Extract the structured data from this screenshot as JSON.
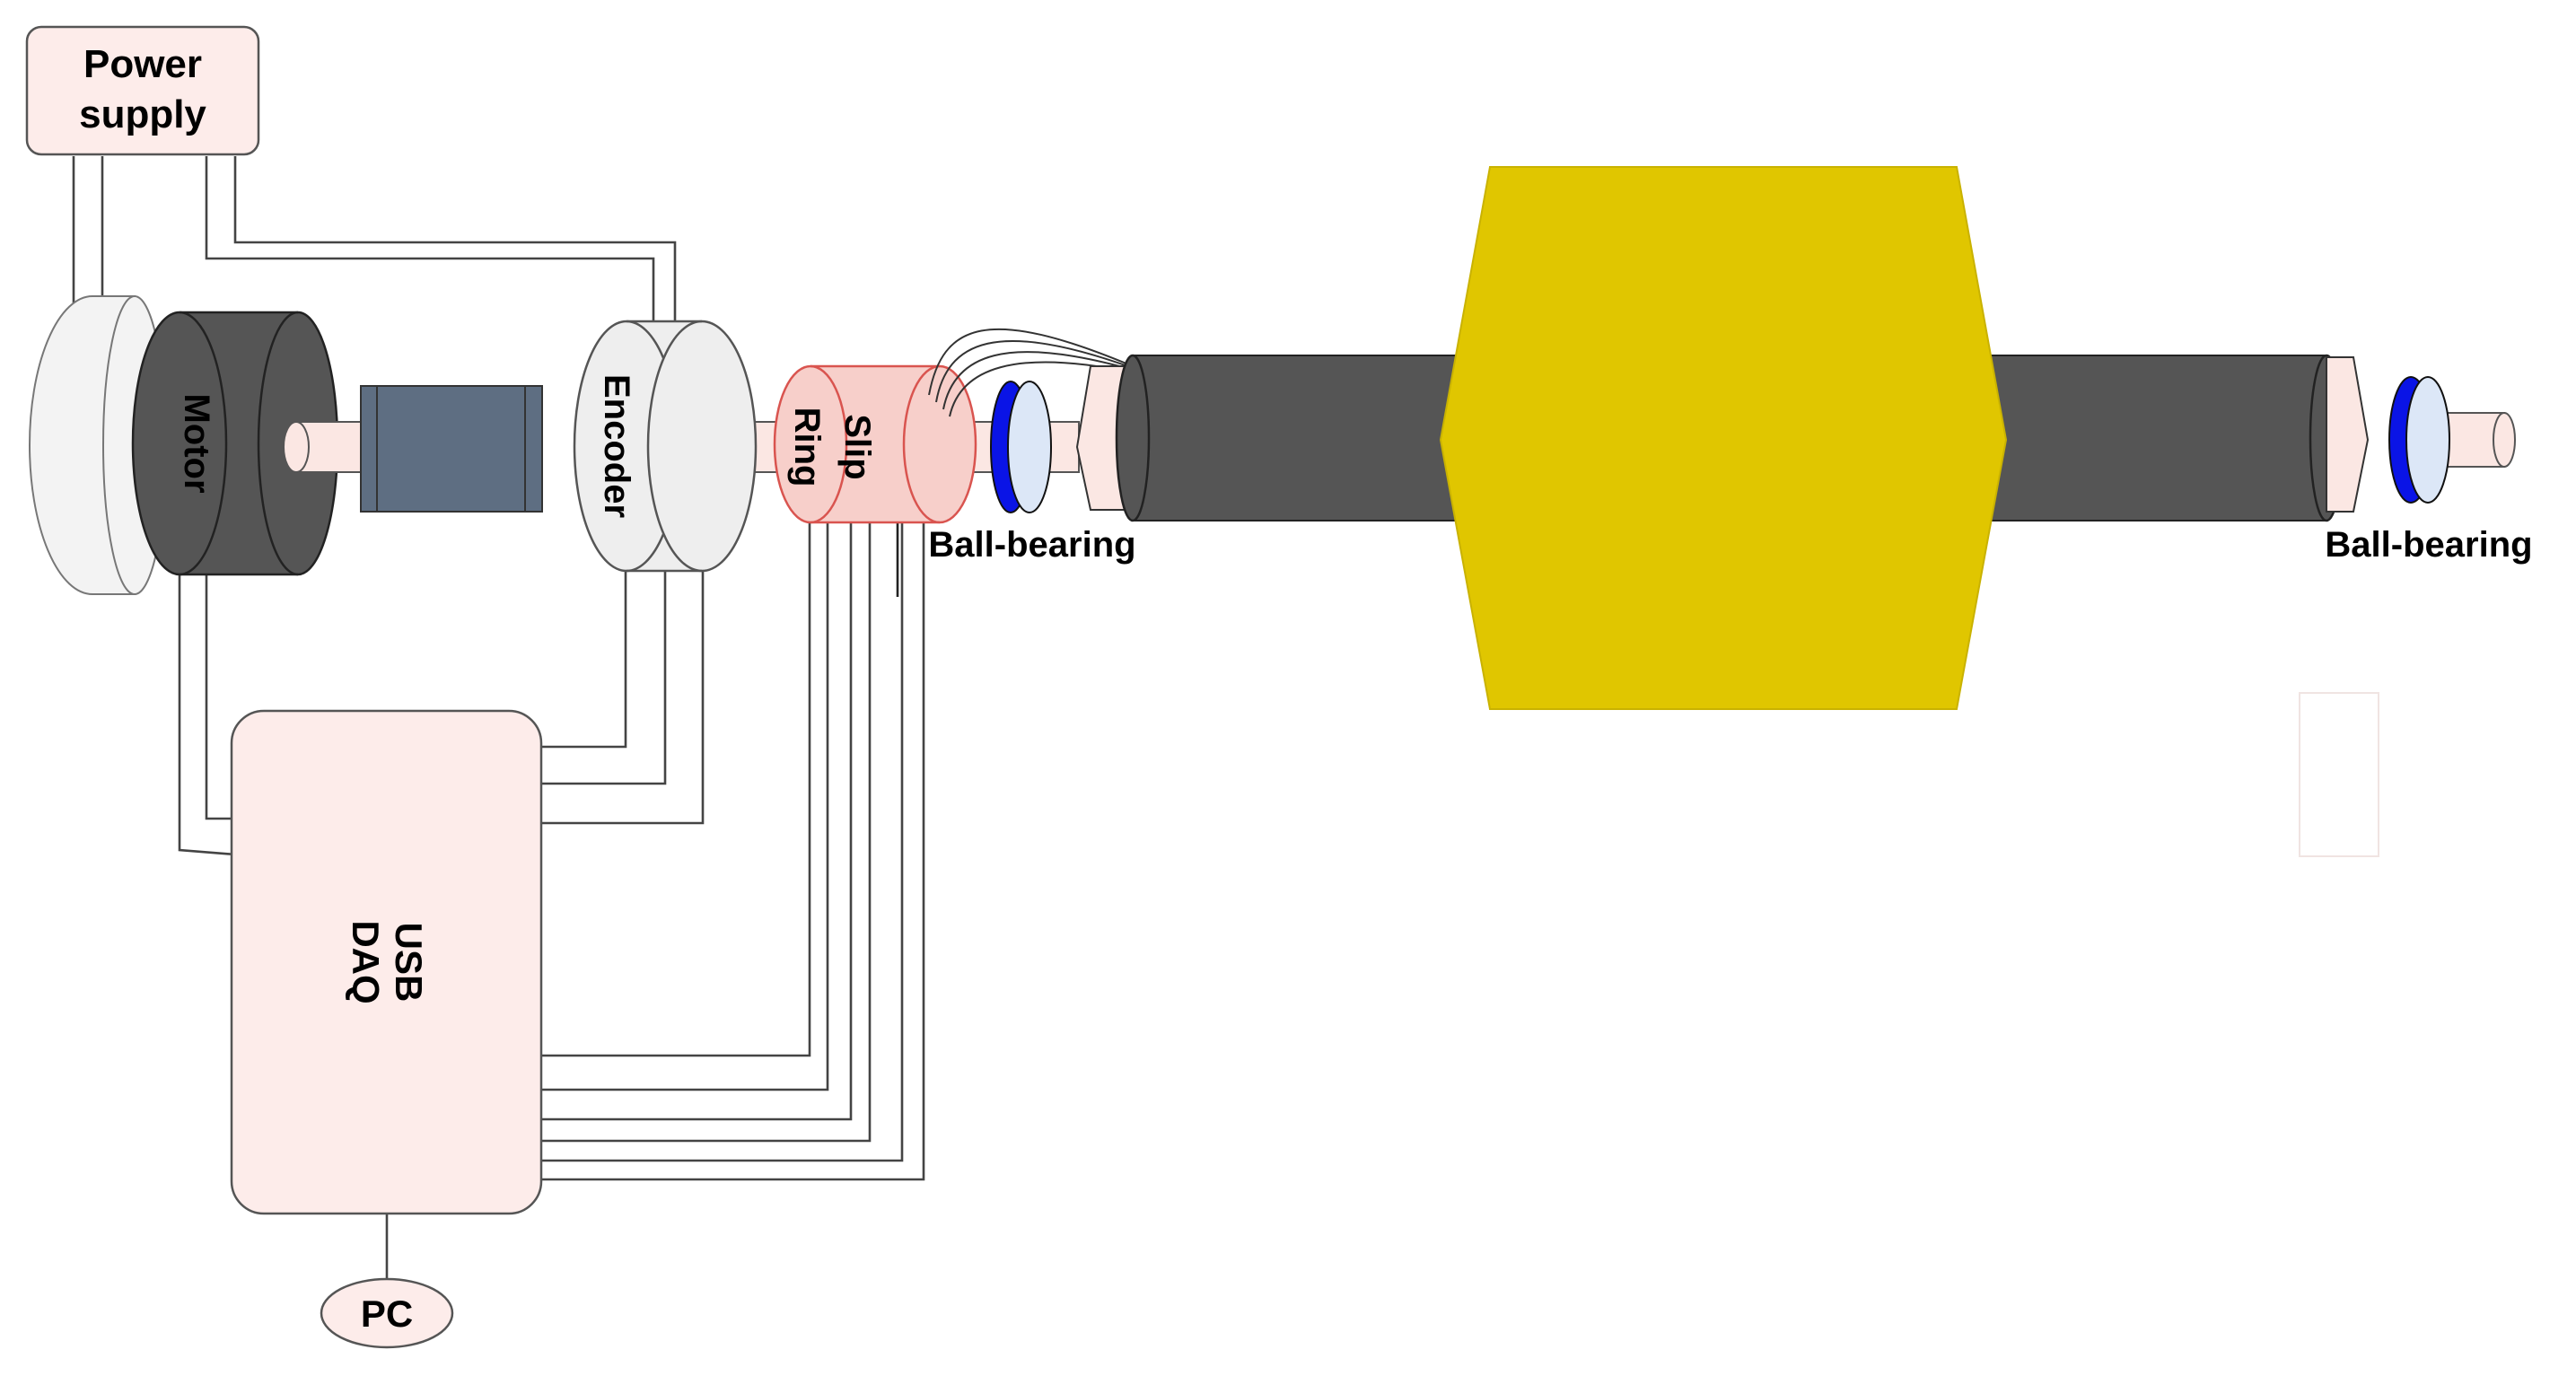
{
  "labels": {
    "power_line1": "Power",
    "power_line2": "supply",
    "motor": "Motor",
    "encoder": "Encoder",
    "slip_line1": "Slip",
    "slip_line2": "Ring",
    "bearing_left": "Ball-bearing",
    "bearing_right": "Ball-bearing",
    "daq_line1": "USB",
    "daq_line2": "DAQ",
    "pc": "PC"
  },
  "colors": {
    "box_fill": "#fdecea",
    "box_stroke": "#555555",
    "motor_body": "#555555",
    "motor_face": "#f3f3f3",
    "coupling": "#5e6e82",
    "encoder": "#eeeeee",
    "shaft": "#fbe7e3",
    "slip_ring": "#f7cfca",
    "slip_ring_stroke": "#d9544f",
    "bearing_blue": "#0a14e6",
    "bearing_light": "#dce7f7",
    "pipe": "#555555",
    "gold_block": "#e0c600"
  }
}
